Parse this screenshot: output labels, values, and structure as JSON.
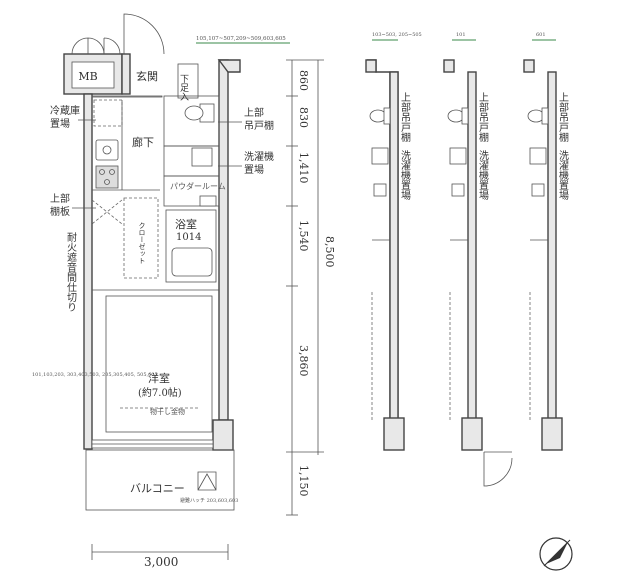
{
  "rooms": {
    "mb": "MB",
    "genkan": "玄関",
    "shoe_lower": "下足入",
    "fridge": "冷蔵庫置場",
    "corridor": "廊下",
    "upper_cabinet": "上部吊戸棚",
    "washer": "洗濯機置場",
    "powder": "パウダールーム",
    "upper_shelf": "上部棚板",
    "closet": "クローゼット",
    "bath": "浴室",
    "bath_size": "1014",
    "fire_wall": "耐火遮音間仕切り",
    "youshitsu": "洋室",
    "youshitsu_size": "(約7.0帖)",
    "drying_hardware": "物干し金物",
    "balcony": "バルコニー",
    "evac_hatch": "避難ハッチ 203,603,603"
  },
  "notes": {
    "top_units": "105,107~507,209~509,603,605",
    "left_units": "101,103,203, 303,403,503, 205,305,405, 505,605",
    "variant1": "103~503, 205~505",
    "variant2": "101",
    "variant3": "601"
  },
  "dimensions": {
    "d1": "860",
    "d2": "830",
    "d3": "1,410",
    "d4": "1,540",
    "d5": "3,860",
    "d6": "1,150",
    "total": "8,500",
    "width": "3,000"
  },
  "variant_labels": {
    "upper_cabinet": "上部吊戸棚",
    "washer": "洗濯機置場"
  },
  "colors": {
    "wall_fill": "#e8e8e8",
    "line": "#444444",
    "text": "#333333",
    "accent_underline": "#3a8a4a"
  },
  "icons": [
    "compass-icon",
    "toilet-icon",
    "sink-icon",
    "stove-icon",
    "bathtub-icon",
    "door-swing-icon"
  ]
}
